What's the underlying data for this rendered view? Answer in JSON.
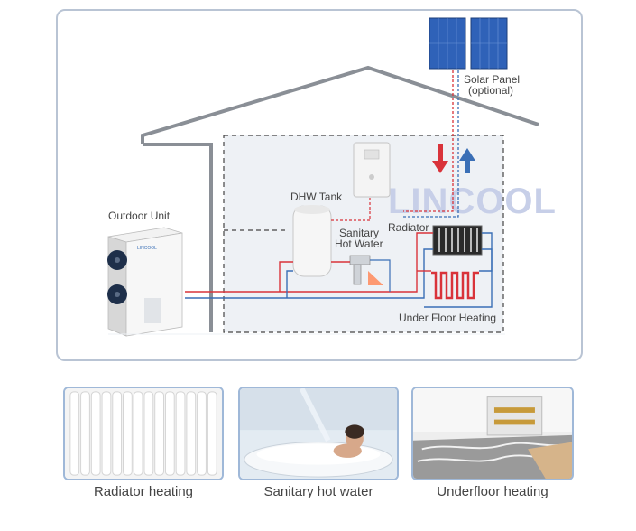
{
  "diagram": {
    "labels": {
      "solar_panel_line1": "Solar Panel",
      "solar_panel_line2": "(optional)",
      "outdoor_unit": "Outdoor Unit",
      "dhw_tank": "DHW Tank",
      "sanitary_line1": "Sanitary",
      "sanitary_line2": "Hot Water",
      "radiator": "Radiator",
      "under_floor": "Under Floor Heating",
      "unit_brand": "LINCOOL"
    },
    "watermark": "LINCOOL",
    "colors": {
      "hot_pipe": "#d9333a",
      "cold_pipe": "#3a6fb6",
      "house_line": "#8a8f96",
      "panel_border": "#b9c4d4"
    }
  },
  "examples": [
    {
      "caption": "Radiator heating"
    },
    {
      "caption": "Sanitary hot water"
    },
    {
      "caption": "Underfloor heating"
    }
  ]
}
